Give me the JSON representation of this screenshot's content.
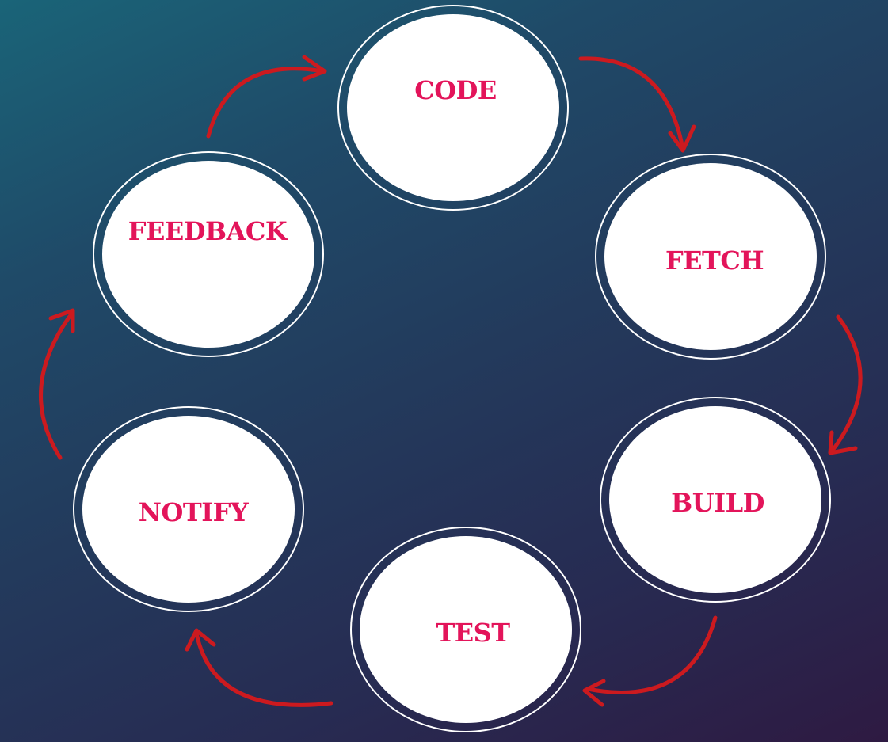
{
  "diagram": {
    "nodes": [
      {
        "id": "code",
        "label": "CODE"
      },
      {
        "id": "fetch",
        "label": "FETCH"
      },
      {
        "id": "build",
        "label": "BUILD"
      },
      {
        "id": "test",
        "label": "TEST"
      },
      {
        "id": "notify",
        "label": "NOTIFY"
      },
      {
        "id": "feedback",
        "label": "FEEDBACK"
      }
    ],
    "edges": [
      {
        "from": "code",
        "to": "fetch"
      },
      {
        "from": "fetch",
        "to": "build"
      },
      {
        "from": "build",
        "to": "test"
      },
      {
        "from": "test",
        "to": "notify"
      },
      {
        "from": "notify",
        "to": "feedback"
      },
      {
        "from": "feedback",
        "to": "code"
      }
    ],
    "colors": {
      "label": "#e3145a",
      "arrow": "#cc1a1f",
      "node_fill": "#ffffff",
      "background_start": "#1a6478",
      "background_end": "#2e1a42"
    }
  }
}
